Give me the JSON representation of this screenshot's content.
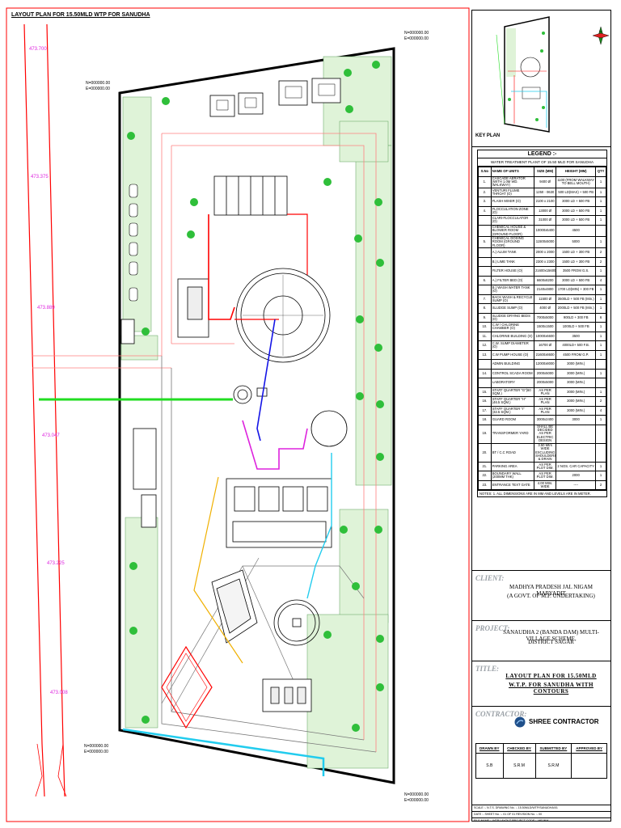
{
  "plan_title": "LAYOUT PLAN FOR 15.50MLD WTP FOR SANUDHA",
  "compass": {
    "north": "N"
  },
  "coords": {
    "tl": [
      "N=000000.00",
      "E=000000.00"
    ],
    "tr": [
      "N=000000.00",
      "E=000000.00"
    ],
    "bl": [
      "N=000000.00",
      "E=000000.00"
    ],
    "br": [
      "N=000000.00",
      "E=000000.00"
    ]
  },
  "road_levels": [
    "473.700",
    "473.375",
    "473.889",
    "473.047",
    "473.225",
    "473.008"
  ],
  "key_plan_label": "KEY PLAN",
  "legend": {
    "title": "LEGEND :-",
    "subtitle": "WATER TREATMENT PLANT OF 15.50 MLD FOR SANUDHA",
    "headers": [
      "S.No",
      "NAME OF UNITS",
      "SIZE (MM)",
      "HEIGHT (MM)",
      "QTY"
    ],
    "rows": [
      [
        "1.",
        "CASCADE AERATOR (WITH 1.0M WD. WALKWAY)",
        "9400 Ø",
        "1100 (FROM WALKWAY TO BELL MOUTH)",
        "1"
      ],
      [
        "2.",
        "VENTURI FLUME THROAT (O)",
        "1250 - 0630",
        "500 LD(MAX) + 500 FB",
        "1"
      ],
      [
        "3.",
        "FLASH MIXER (O)",
        "2100 x 2100",
        "3000 LD + 500 FB",
        "1"
      ],
      [
        "4.",
        "FLOCCULATION ZONE (O)",
        "13000 Ø",
        "3000 LD + 500 FB",
        "1"
      ],
      [
        "",
        "CLARI-FLOCCULATOR (O)",
        "31000 Ø",
        "3000 LD + 500 FB",
        "1"
      ],
      [
        "",
        "CHEMICAL HOUSE & BLOWER ROOM (GROUND FLOOR)",
        "10000x5400",
        "4500",
        ""
      ],
      [
        "5.",
        "CHEMICAL DOSING ROOM (GROUND FLOOR)",
        "11500x5000",
        "5000",
        "1"
      ],
      [
        "",
        "A.) ALUM TANK",
        "2000 x 2000",
        "1500 LD + 300 FB",
        "2"
      ],
      [
        "",
        "B.) LIME TANK",
        "2300 x 2300",
        "1500 LD + 300 FB",
        "2"
      ],
      [
        "",
        "FILTER HOUSE (O)",
        "21600x15600",
        "3500 FROM G.S.",
        "1"
      ],
      [
        "6.",
        "A.) FILTER BED (O)",
        "6600x8200",
        "3000 LD + 500 FB",
        "4"
      ],
      [
        "",
        "B.) WASH WATER TANK (O)",
        "2140x4800",
        "1700 LD(MIN) + 300 FB",
        "1"
      ],
      [
        "7.",
        "BACK WASH & RECYCLE SUMP (O)",
        "11500 Ø",
        "3500LD + 500 FB (Min.)",
        "1"
      ],
      [
        "8.",
        "SLUDGE SUMP (O)",
        "4000 Ø",
        "2000LD + 500 FB (Min.)",
        "1"
      ],
      [
        "9.",
        "SLUDGE DRYING BEDS (O)",
        "7000x5000",
        "900LD + 300 FB",
        "6"
      ],
      [
        "10.",
        "C.W / CHLORINE CHAMBER (O)",
        "1500x1500",
        "1000LD + 500 FB",
        "1"
      ],
      [
        "11.",
        "CHLORINE BUILDING (O)",
        "10000x6600",
        "3500",
        "1"
      ],
      [
        "12.",
        "C.W. SUMP DIAMETER (O)",
        "16700 Ø",
        "4000LD+ 500 F.B.",
        "1"
      ],
      [
        "13.",
        "C.W PUMP HOUSE (O)",
        "21600x8600",
        "4500 FROM G.P.",
        "1"
      ],
      [
        "",
        "ADMIN BUILDING",
        "12000x8000",
        "3000 (MIN.)",
        ""
      ],
      [
        "14.",
        "CONTROL SCADA ROOM",
        "2000x5000",
        "3000 (MIN.)",
        "1"
      ],
      [
        "",
        "LABORATORY",
        "2000x5000",
        "3000 (MIN.)",
        ""
      ],
      [
        "15.",
        "STAFF QUARTER \"G\"(60 SQM.)",
        "AS PER PLAN",
        "3000 (MIN.)",
        "1"
      ],
      [
        "16.",
        "STAFF QUARTER \"H\"(46.5 SQM.)",
        "AS PER PLAN",
        "3000 (MIN.)",
        "2"
      ],
      [
        "17.",
        "STAFF QUARTER \"I\" (32.5 SQM.)",
        "AS PER PLAN",
        "3000 (MIN.)",
        "4"
      ],
      [
        "18.",
        "GUARD ROOM",
        "3000x2400",
        "3000",
        "1"
      ],
      [
        "19.",
        "TRANSFORMER YARD",
        "SHALL BE DECIDED AS PER ELECTRIC DESIGN",
        "",
        ""
      ],
      [
        "20.",
        "BT / C.C ROAD",
        "3.50 Mtrs WIDE EXCLUDING SHOULDERS & DRAIN",
        "",
        ""
      ],
      [
        "21.",
        "PARKING AREA",
        "AS PER PLOT DIM.",
        "2 NOS. CAR CAPACITY",
        "1"
      ],
      [
        "22.",
        "BOUNDARY WALL (200MM THK)",
        "AS PER PLOT DIM.",
        "2000",
        "1"
      ],
      [
        "23.",
        "ENTRANCE TEXT GATE",
        "4.00 Mtrs. WIDE",
        "----",
        "2"
      ]
    ],
    "note": "NOTES: 1. ALL DIMENSIONS ARE IN MM AND LEVELS ARE IN METER."
  },
  "client": {
    "key": "CLIENT:",
    "line1": "MADHYA PRADESH JAL NIGAM MARYADIT",
    "line2": "(A GOVT. OF M.P. UNDERTAKING)"
  },
  "project": {
    "key": "PROJECT:",
    "line1": "SANAUDHA 2 (BANDA DAM) MULTI-VILLAGE SCHEME,",
    "line2": "DISTRICT SAGAR"
  },
  "title_block": {
    "key": "TITLE:",
    "line1": "LAYOUT PLAN FOR 15.50MLD",
    "line2": "W.T.P. FOR SANUDHA WITH CONTOURS"
  },
  "contractor": {
    "key": "CONTRACTOR:",
    "name": "SHREE CONTRACTOR"
  },
  "signatures": {
    "headers": [
      "DRAWN BY",
      "CHECKED BY",
      "SUBMITTED BY",
      "APPROVED BY"
    ],
    "names": [
      "S.B",
      "S.R.M",
      "S.R.M",
      ""
    ]
  },
  "footer": [
    "SCALE :- N.T.S.    DRAWING No. :- 15.50MLD/WTP/SANUDHA/01",
    "DATE :-    SHEET No. :- 01 OF 01    REVISION No. :- 00",
    "FILE NAME :- WTP LAYOUT    PROJECT CODE :- MPJNM"
  ],
  "colors": {
    "boundary": "#000000",
    "red_line": "#ff0000",
    "green_pipe": "#22dd22",
    "cyan_pipe": "#22ccee",
    "blue_pipe": "#1515e6",
    "magenta_pipe": "#dd22dd",
    "orange_pipe": "#f0b000",
    "grass": "#dff3d8",
    "tree": "#2fbf3a"
  }
}
